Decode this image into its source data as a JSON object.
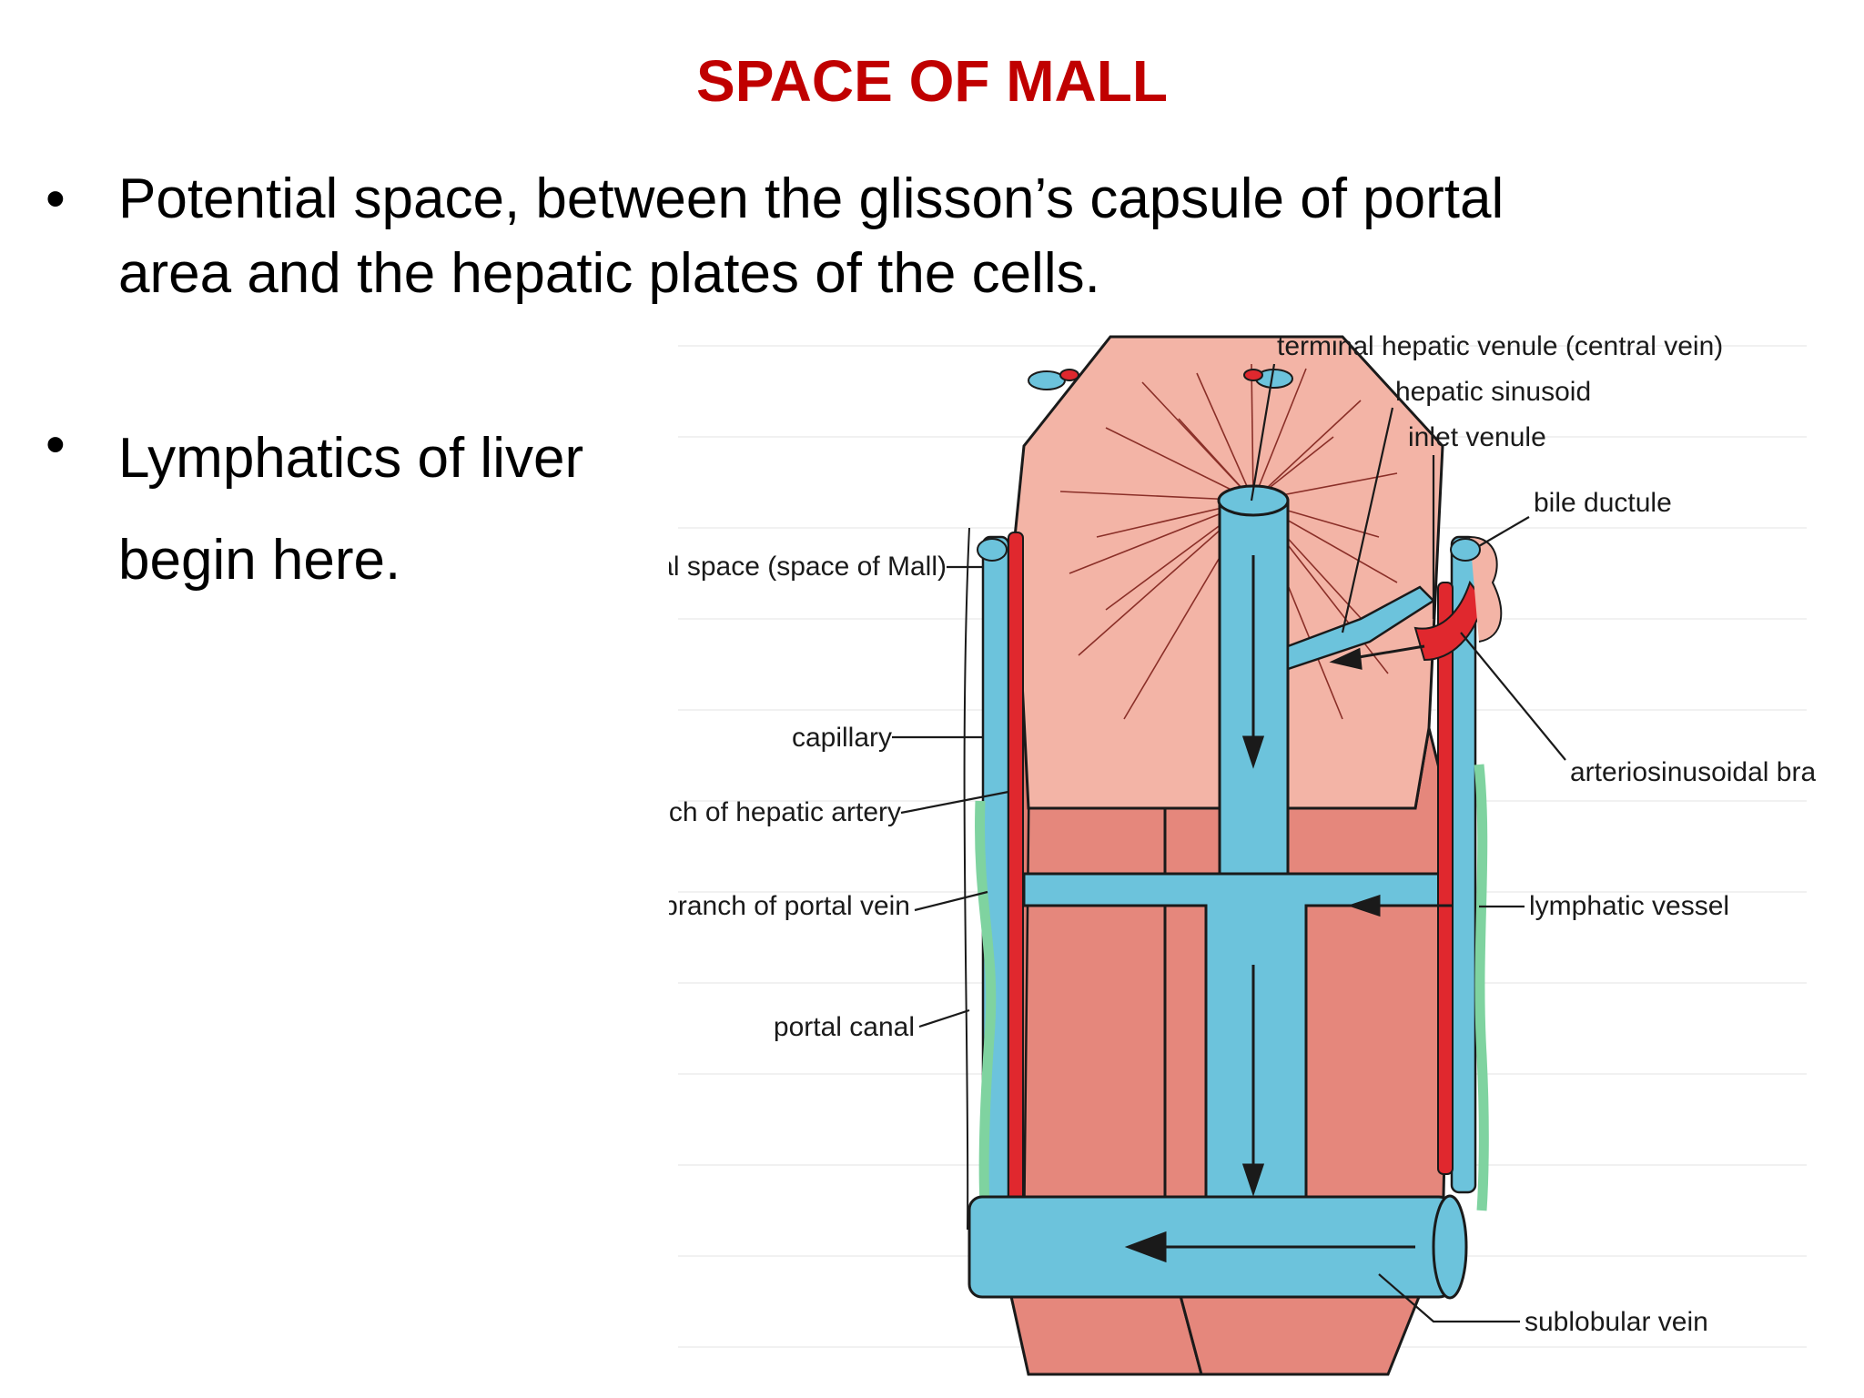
{
  "slide": {
    "title": "SPACE OF MALL",
    "bullet_glyph": "•",
    "bullets": [
      {
        "lines": [
          "Potential space, between the glisson’s capsule of portal",
          "area and the hepatic plates of the cells."
        ]
      },
      {
        "lines": [
          "Lymphatics of liver",
          "begin here."
        ]
      }
    ]
  },
  "diagram": {
    "labels": {
      "terminal_hepatic_venule": "terminal hepatic venule (central vein)",
      "hepatic_sinusoid": "hepatic sinusoid",
      "inlet_venule": "inlet venule",
      "bile_ductule": "bile ductule",
      "periportal_space": "periportal space (space of Mall)",
      "capillary": "capillary",
      "terminal_branch_hepatic_artery": "terminal branch of hepatic artery",
      "arteriosinusoidal_branch": "arteriosinusoidal branch",
      "terminal_branch_portal_vein": "terminal branch of portal vein",
      "lymphatic_vessel": "lymphatic vessel",
      "portal_canal": "portal canal",
      "sublobular_vein": "sublobular vein"
    },
    "colors": {
      "parenchyma": "#e5877c",
      "parenchyma_top": "#f3b4a6",
      "vein": "#6cc3dc",
      "artery": "#e0282e",
      "lymphatic": "#7fd3a0",
      "outline": "#1a1a1a"
    }
  }
}
